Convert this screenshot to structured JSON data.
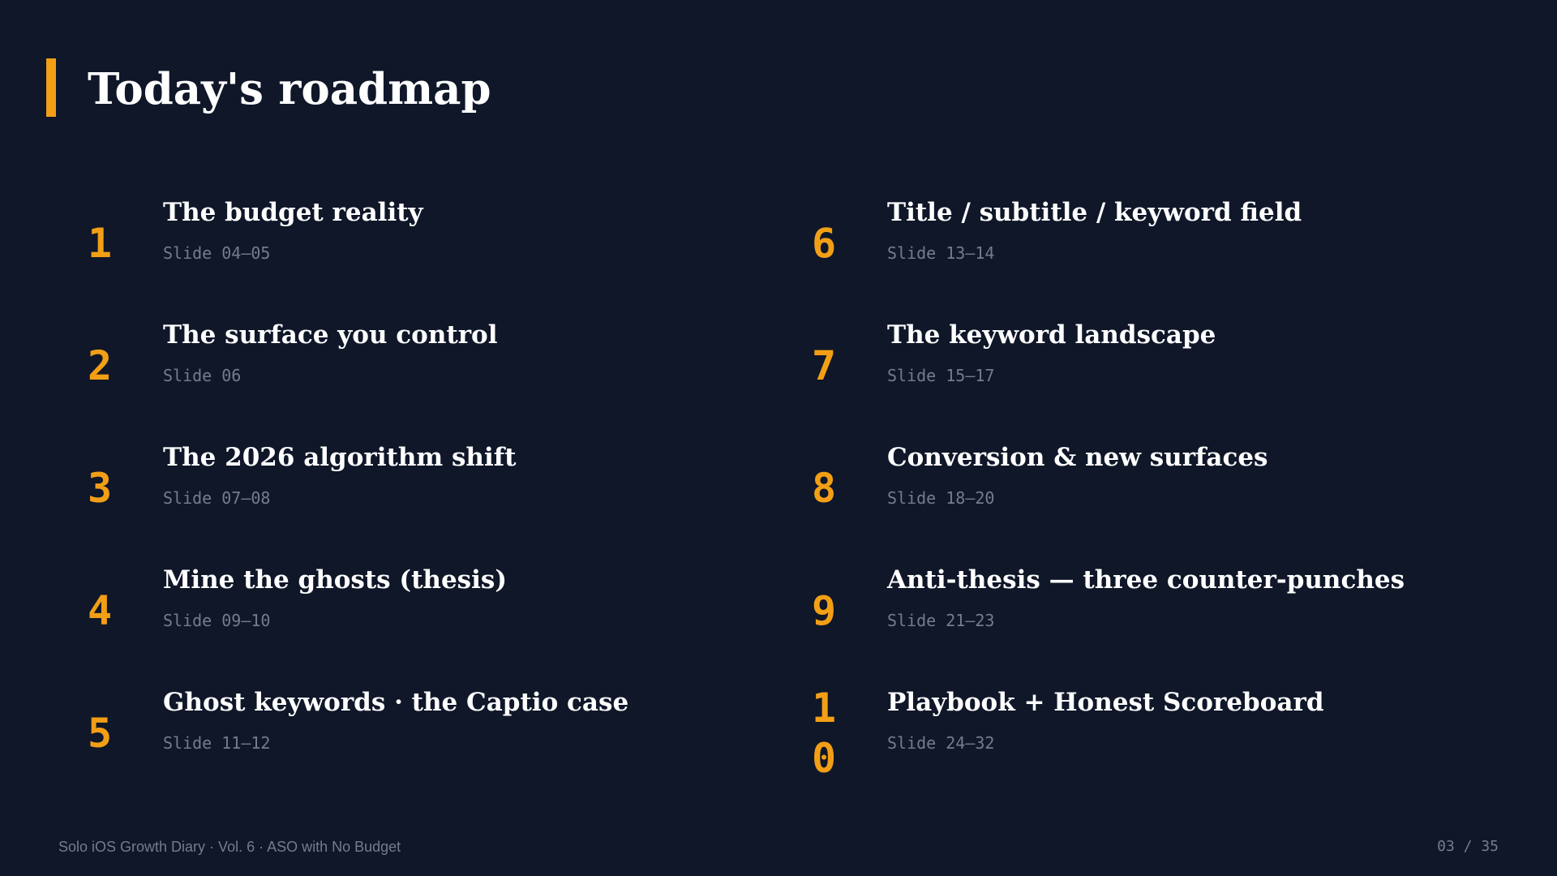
{
  "slide": {
    "title": "Today's roadmap",
    "accent_color": "#f29f16",
    "background_color": "#0f1729"
  },
  "roadmap": {
    "items": [
      {
        "number": "1",
        "title": "The budget reality",
        "slides": "Slide 04–05"
      },
      {
        "number": "2",
        "title": "The surface you control",
        "slides": "Slide 06"
      },
      {
        "number": "3",
        "title": "The 2026 algorithm shift",
        "slides": "Slide 07–08"
      },
      {
        "number": "4",
        "title": "Mine the ghosts (thesis)",
        "slides": "Slide 09–10"
      },
      {
        "number": "5",
        "title": "Ghost keywords · the Captio case",
        "slides": "Slide 11–12"
      },
      {
        "number": "6",
        "title": "Title / subtitle / keyword field",
        "slides": "Slide 13–14"
      },
      {
        "number": "7",
        "title": "The keyword landscape",
        "slides": "Slide 15–17"
      },
      {
        "number": "8",
        "title": "Conversion & new surfaces",
        "slides": "Slide 18–20"
      },
      {
        "number": "9",
        "title": "Anti-thesis — three counter-punches",
        "slides": "Slide 21–23"
      },
      {
        "number": "10",
        "title": "Playbook + Honest Scoreboard",
        "slides": "Slide 24–32"
      }
    ]
  },
  "footer": {
    "deck_name": "Solo iOS Growth Diary · Vol. 6 · ASO with No Budget",
    "page_counter": "03 / 35"
  }
}
